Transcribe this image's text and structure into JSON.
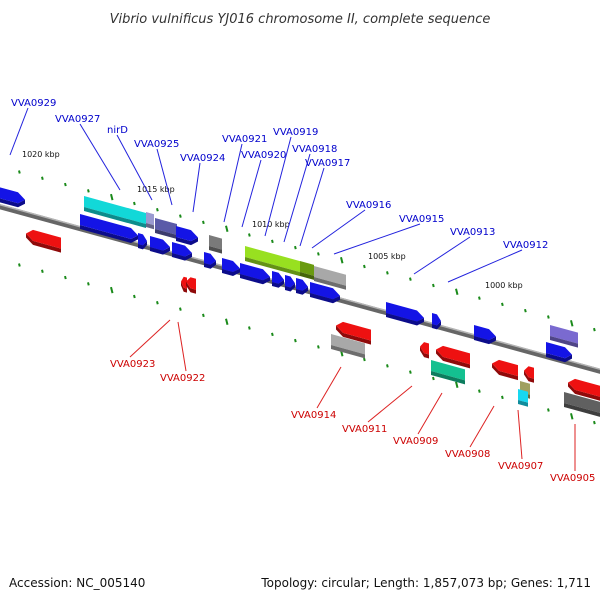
{
  "title": "Vibrio vulnificus YJ016 chromosome II, complete sequence",
  "footer": {
    "accession": "Accession: NC_005140",
    "summary": "Topology: circular; Length: 1,857,073 bp; Genes: 1,711"
  },
  "scale_labels": [
    "1020 kbp",
    "1015 kbp",
    "1010 kbp",
    "1005 kbp",
    "1000 kbp"
  ],
  "genes_top": [
    "VVA0929",
    "VVA0927",
    "nirD",
    "VVA0925",
    "VVA0924",
    "VVA0921",
    "VVA0920",
    "VVA0919",
    "VVA0918",
    "VVA0917",
    "VVA0916",
    "VVA0915",
    "VVA0913",
    "VVA0912"
  ],
  "genes_bottom": [
    "VVA0923",
    "VVA0922",
    "VVA0914",
    "VVA0911",
    "VVA0909",
    "VVA0908",
    "VVA0907",
    "VVA0905"
  ],
  "colors": {
    "forward_label": "#0000cc",
    "reverse_label": "#cc0000",
    "forward_gene": "#1414e6",
    "reverse_gene": "#ee1111",
    "backbone": "#8a8a8a",
    "tick": "#1a8a1a",
    "leader": "#2222dd",
    "leader_rev": "#dd2222"
  }
}
